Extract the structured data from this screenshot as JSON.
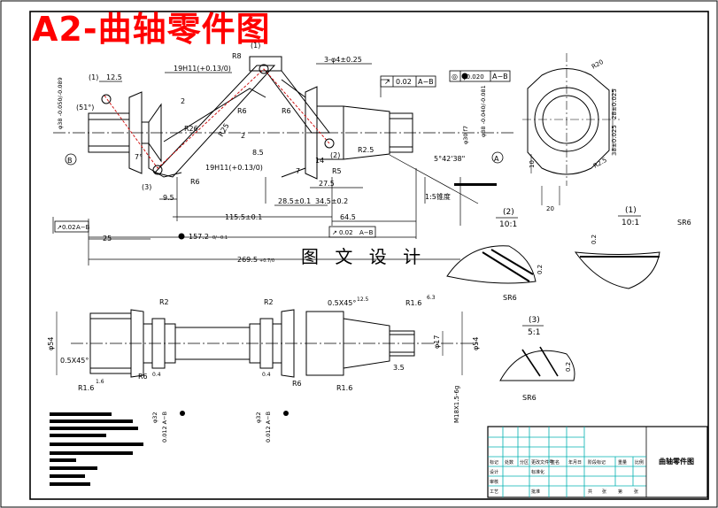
{
  "title": "A2-曲轴零件图",
  "watermark": "图 文 设 计",
  "colors": {
    "title": "#ff0000",
    "line": "#000000",
    "hidden": "#cc0000",
    "titleblock": "#00c0c0"
  },
  "top_view": {
    "dims": {
      "d_12_5": "12.5",
      "d_19h11_top": "19H11(+0.13/0)",
      "d_r8": "R8",
      "d_3phi4": "3-φ4±0.25",
      "d_r6_a": "R6",
      "d_r6_b": "R6",
      "d_r6_c": "R6",
      "d_r5": "R5",
      "d_2a": "2",
      "d_2b": "2",
      "d_8_5": "8.5",
      "d_9_5": "9.5",
      "d_7": "7",
      "d_14": "14",
      "d_27_5": "27.5",
      "d_28_5": "28.5±0.1",
      "d_34_5": "34.5±0.2",
      "d_115_5": "115.5±0.1",
      "d_64_5": "64.5",
      "d_25": "25",
      "d_157_2": "157.2",
      "d_157_tol": "0/−0.1",
      "d_269_5": "269.5",
      "d_269_tol": "+0.7/0",
      "d_19h11_bot": "19H11(+0.13/0)",
      "d_r2_5": "R2.5",
      "d_taper_angle": "5°42'38\"",
      "d_taper": "1:5锥度",
      "d_phi30": "φ30 f7",
      "d_phi38_left": "φ38 -0.050/-0.089",
      "d_phi38_right": "φ38 -0.040/-0.081",
      "d_r26": "R26",
      "d_r25": "R25",
      "d_51": "(51°)",
      "d_7deg": "7°"
    },
    "tol_frames": {
      "runout": {
        "sym": "↗",
        "val": "0.02",
        "ref": "A−B"
      },
      "parallel": {
        "sym": "◎",
        "val": "φ0.020",
        "ref": "A−B"
      },
      "left_runout": {
        "sym": "↗",
        "val": "0.02",
        "ref": "A−B"
      },
      "mid_runout": {
        "sym": "↗",
        "val": "0.02",
        "ref": "A−B"
      }
    },
    "datums": {
      "b": "B",
      "a": "A"
    },
    "circled": {
      "c1": "(1)",
      "c2": "(2)",
      "c3": "(3)",
      "c4": "(1)"
    }
  },
  "side_view": {
    "dims": {
      "r20": "R20",
      "r2_5": "R2.5",
      "h20": "20",
      "h10": "10",
      "v_28": "28±0.025",
      "v_38": "38±0.025"
    }
  },
  "details": {
    "d1": {
      "label": "(1)",
      "scale": "10:1",
      "sr": "SR6",
      "dim": "0.2"
    },
    "d2": {
      "label": "(2)",
      "scale": "10:1",
      "sr": "SR6",
      "dim": "0.2"
    },
    "d3": {
      "label": "(3)",
      "scale": "5:1",
      "sr": "SR6",
      "dim": "0.2"
    }
  },
  "bottom_view": {
    "dims": {
      "chamfer_top": "0.5X45°",
      "chamfer_left": "0.5X45°",
      "r1_6_top": "R1.6",
      "r1_6_left": "R1.6",
      "r1_6_right": "R1.6",
      "r2_a": "R2",
      "r2_b": "R2",
      "r6_a": "R6",
      "r6_b": "R6",
      "phi54_left": "φ54",
      "phi54_right": "φ54",
      "phi17": "φ17",
      "d3_5": "3.5",
      "d0_4_a": "0.4",
      "d0_4_b": "0.4",
      "thread": "M18X1.5-6g",
      "phi32_a": "φ32",
      "phi32_b": "φ32",
      "tol_a": "0.012 A−B",
      "tol_b": "0.012 A−B"
    },
    "rough": {
      "r12_5": "12.5",
      "r6_3": "6.3",
      "r1_6": "1.6"
    }
  },
  "title_block": {
    "part_name": "曲轴零件图",
    "c_a1": "标记",
    "c_a2": "处数",
    "c_a3": "分区",
    "c_a4": "更改文件号",
    "c_a5": "签名",
    "c_a6": "年月日",
    "c_b1": "设计",
    "c_b2": "标准化",
    "c_b3": "阶段标记",
    "c_b4": "重量",
    "c_b5": "比例",
    "c_c1": "审核",
    "c_c2": "工艺",
    "c_c3": "批准",
    "c_d1": "共",
    "c_d2": "张",
    "c_d3": "第",
    "c_d4": "张"
  }
}
